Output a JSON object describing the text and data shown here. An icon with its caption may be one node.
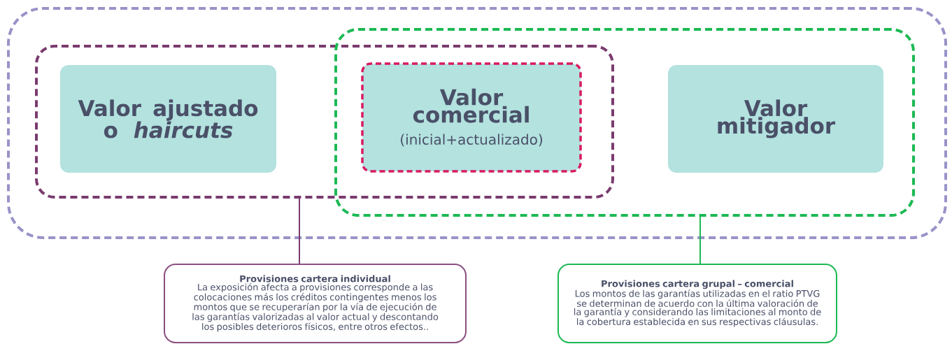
{
  "diagram": {
    "nodes": [
      {
        "text": [],
        "shape": "box"
      },
      {
        "text": [],
        "shape": "box",
        "in": 0
      },
      {
        "text": [],
        "shape": "box",
        "in": 0
      },
      {
        "text": [
          "Valor ajustado o *haircuts*"
        ],
        "in": 1
      },
      {
        "text": [
          "Valor comercial",
          "(inicial+actualizado)"
        ]
      },
      {
        "text": [
          "Valor mitigador"
        ],
        "in": 2
      },
      {
        "text": [
          "Provisiones cartera individual",
          "La exposición afecta a provisiones corresponde a las colocaciones más los créditos contingentes menos los montos que se recuperarían por la vía de ejecución de las garantías valorizadas  al valor actual y descontando los posibles deterioros físicos, entre otros efectos.."
        ]
      },
      {
        "text": [
          "Provisiones cartera grupal – comercial",
          "Los montos de las garantías utilizadas en el ratio PTVG se determinan de acuerdo con la última valoración de la garantía y considerando las limitaciones al monto de la cobertura establecida en sus respectivas cláusulas."
        ]
      }
    ],
    "edges": [
      {
        "from": 1,
        "to": 6,
        "arrow": "none",
        "color": "#7a3b6e"
      },
      {
        "from": 2,
        "to": 7,
        "arrow": "none",
        "color": "#1db954"
      }
    ]
  }
}
